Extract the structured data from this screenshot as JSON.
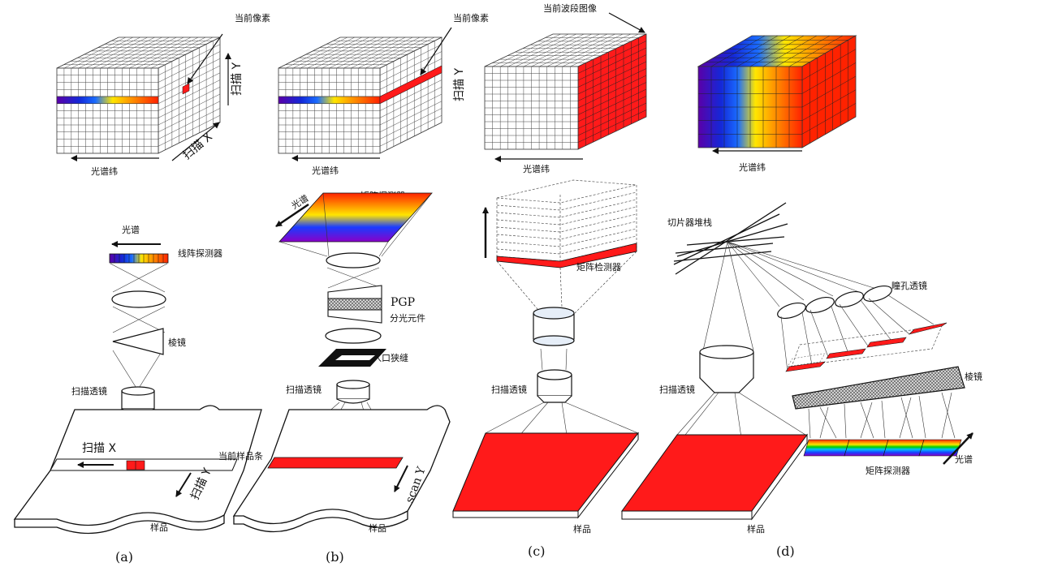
{
  "colors": {
    "red": "#ff1a1a",
    "spectrum": [
      "#5a00a8",
      "#1428d8",
      "#1a6cff",
      "#ffe600",
      "#ff9900",
      "#ff2200"
    ]
  },
  "panel_a": {
    "current_pixel": "当前像素",
    "scan_y_top": "扫描 Y",
    "scan_x_top": "扫描 X",
    "spectral_dim": "光谱纬",
    "spectrum": "光谱",
    "line_detector": "线阵探测器",
    "prism": "棱镜",
    "scan_lens": "扫描透镜",
    "scan_x": "扫描 X",
    "scan_y": "扫描 Y",
    "sample": "样品",
    "caption": "(a)"
  },
  "panel_b": {
    "current_pixel": "当前像素",
    "scan_y_top": "扫描 Y",
    "spectral_dim": "光谱纬",
    "matrix_detector": "矩阵探测器",
    "spectrum": "光谱",
    "pgp": "PGP",
    "splitter": "分光元件",
    "entrance_slit": "入口狭缝",
    "scan_lens": "扫描透镜",
    "current_strip": "当前样品条",
    "scan_y": "scan Y",
    "sample": "样品",
    "caption": "(b)"
  },
  "panel_c": {
    "current_band_image": "当前波段图像",
    "spectral_dim": "光谱纬",
    "matrix_detector": "矩阵检测器",
    "scan_lens": "扫描透镜",
    "sample": "样品",
    "caption": "(c)"
  },
  "panel_d": {
    "spectral_dim": "光谱纬",
    "slicer_stack": "切片器堆栈",
    "pupil_lens": "瞳孔透镜",
    "prism": "棱镜",
    "scan_lens": "扫描透镜",
    "matrix_detector": "矩阵探测器",
    "spectrum": "光谱",
    "sample": "样品",
    "caption": "(d)"
  }
}
